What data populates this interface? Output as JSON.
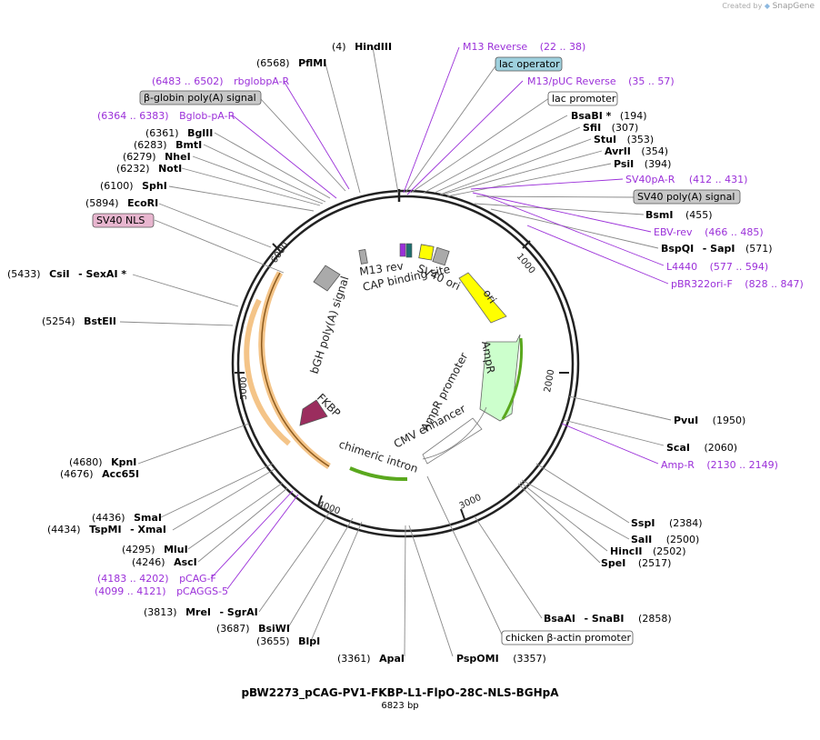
{
  "credit": {
    "prefix": "Created by",
    "brand": "SnapGene"
  },
  "title": "pBW2273_pCAG-PV1-FKBP-L1-FlpO-28C-NLS-BGHpA",
  "length_label": "6823 bp",
  "ticks": [
    "1000",
    "2000",
    "3000",
    "4000",
    "5000",
    "6000"
  ],
  "enzymes": [
    {
      "pos": "(4)",
      "name": "HindIII"
    },
    {
      "pos": "(6568)",
      "name": "PflMI"
    },
    {
      "pos": "(6361)",
      "name": "BglII"
    },
    {
      "pos": "(6283)",
      "name": "BmtI"
    },
    {
      "pos": "(6279)",
      "name": "NheI"
    },
    {
      "pos": "(6232)",
      "name": "NotI"
    },
    {
      "pos": "(6100)",
      "name": "SphI"
    },
    {
      "pos": "(5894)",
      "name": "EcoRI"
    },
    {
      "pos": "(5433)",
      "name": "CsiI",
      "extra": "- SexAI *"
    },
    {
      "pos": "(5254)",
      "name": "BstEII"
    },
    {
      "pos": "(4680)",
      "name": "KpnI"
    },
    {
      "pos": "(4676)",
      "name": "Acc65I"
    },
    {
      "pos": "(4436)",
      "name": "SmaI"
    },
    {
      "pos": "(4434)",
      "name": "TspMI",
      "extra": "- XmaI"
    },
    {
      "pos": "(4295)",
      "name": "MluI"
    },
    {
      "pos": "(4246)",
      "name": "AscI"
    },
    {
      "pos": "(3813)",
      "name": "MreI",
      "extra": "- SgrAI"
    },
    {
      "pos": "(3687)",
      "name": "BsiWI"
    },
    {
      "pos": "(3655)",
      "name": "BlpI"
    },
    {
      "pos": "(3361)",
      "name": "ApaI"
    },
    {
      "name": "BsaBI *",
      "pos": "(194)"
    },
    {
      "name": "SfiI",
      "pos": "(307)"
    },
    {
      "name": "StuI",
      "pos": "(353)"
    },
    {
      "name": "AvrII",
      "pos": "(354)"
    },
    {
      "name": "PsiI",
      "pos": "(394)"
    },
    {
      "name": "BsmI",
      "pos": "(455)"
    },
    {
      "name": "BspQI",
      "extra": "- SapI",
      "pos": "(571)"
    },
    {
      "name": "PvuI",
      "pos": "(1950)"
    },
    {
      "name": "ScaI",
      "pos": "(2060)"
    },
    {
      "name": "SspI",
      "pos": "(2384)"
    },
    {
      "name": "SalI",
      "pos": "(2500)"
    },
    {
      "name": "HincII",
      "pos": "(2502)"
    },
    {
      "name": "SpeI",
      "pos": "(2517)"
    },
    {
      "name": "BsaAI",
      "extra": "- SnaBI",
      "pos": "(2858)"
    },
    {
      "name": "PspOMI",
      "pos": "(3357)"
    }
  ],
  "primers": [
    {
      "name": "M13 Reverse",
      "range": "(22 .. 38)"
    },
    {
      "name": "M13/pUC Reverse",
      "range": "(35 .. 57)"
    },
    {
      "name": "SV40pA-R",
      "range": "(412 .. 431)"
    },
    {
      "name": "EBV-rev",
      "range": "(466 .. 485)"
    },
    {
      "name": "L4440",
      "range": "(577 .. 594)"
    },
    {
      "name": "pBR322ori-F",
      "range": "(828 .. 847)"
    },
    {
      "name": "Amp-R",
      "range": "(2130 .. 2149)"
    },
    {
      "range": "(6483 .. 6502)",
      "name": "rbglobpA-R"
    },
    {
      "range": "(6364 .. 6383)",
      "name": "Bglob-pA-R"
    },
    {
      "range": "(4183 .. 4202)",
      "name": "pCAG-F"
    },
    {
      "range": "(4099 .. 4121)",
      "name": "pCAGGS-5"
    }
  ],
  "feature_boxes": [
    {
      "name": "lac operator",
      "color": "#9fd1de"
    },
    {
      "name": "lac promoter",
      "color": "#ffffff"
    },
    {
      "name": "SV40 poly(A) signal",
      "color": "#c8c8c8"
    },
    {
      "name": "β-globin poly(A) signal",
      "color": "#c8c8c8"
    },
    {
      "name": "SV40 NLS",
      "color": "#e8b6cf"
    },
    {
      "name": "chicken β-actin promoter",
      "color": "#ffffff"
    }
  ],
  "inner_features": [
    {
      "name": "M13 rev"
    },
    {
      "name": "CAP binding site"
    },
    {
      "name": "SV40 ori"
    },
    {
      "name": "ori",
      "color": "#ffff00"
    },
    {
      "name": "AmpR",
      "color": "#ccffcc"
    },
    {
      "name": "AmpR promoter"
    },
    {
      "name": "CMV enhancer"
    },
    {
      "name": "chimeric intron"
    },
    {
      "name": "FKBP",
      "color": "#9b2d5e"
    },
    {
      "name": "bGH poly(A) signal"
    }
  ]
}
